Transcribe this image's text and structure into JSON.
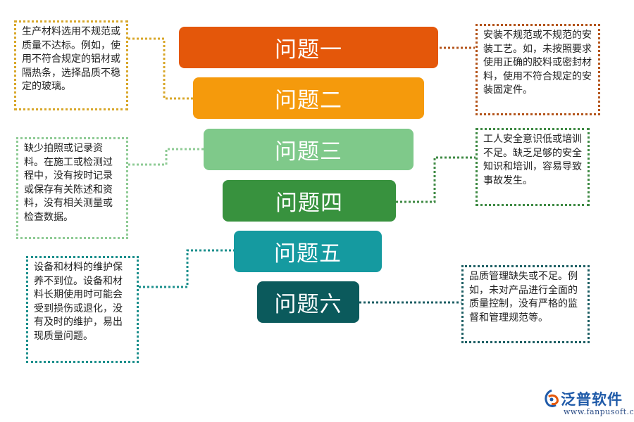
{
  "problems": [
    {
      "label": "问题一",
      "color": "#e4570a"
    },
    {
      "label": "问题二",
      "color": "#f59a0c"
    },
    {
      "label": "问题三",
      "color": "#7fc98a"
    },
    {
      "label": "问题四",
      "color": "#38923e"
    },
    {
      "label": "问题五",
      "color": "#159aa0"
    },
    {
      "label": "问题六",
      "color": "#0b5a5c"
    }
  ],
  "notes": [
    {
      "text": "生产材料选用不规范或质量不达标。例如，使用不符合规定的铝材或隔热条，选择品质不稳定的玻璃。",
      "border": "#d8a72a"
    },
    {
      "text": "安装不规范或不规范的安装工艺。如，未按照要求使用正确的胶料或密封材料，使用不符合规定的安装固定件。",
      "border": "#b4551c"
    },
    {
      "text": "缺少拍照或记录资料。在施工或检测过程中，没有按时记录或保存有关陈述和资料，没有相关测量或检查数据。",
      "border": "#8fcb95"
    },
    {
      "text": "工人安全意识低或培训不足。缺乏足够的安全知识和培训，容易导致事故发生。",
      "border": "#3f8a44"
    },
    {
      "text": "设备和材料的维护保养不到位。设备和材料长期使用时可能会受到损伤或退化，没有及时的维护，易出现质量问题。",
      "border": "#1c8f8c"
    },
    {
      "text": " 品质管理缺失或不足。例如，未对产品进行全面的质量控制，没有严格的监督和管理规范等。",
      "border": "#1e5f64"
    }
  ],
  "logo": {
    "name": "泛普软件",
    "url": "www.fanpusoft.com",
    "icon": "fanpu-logo-icon"
  }
}
